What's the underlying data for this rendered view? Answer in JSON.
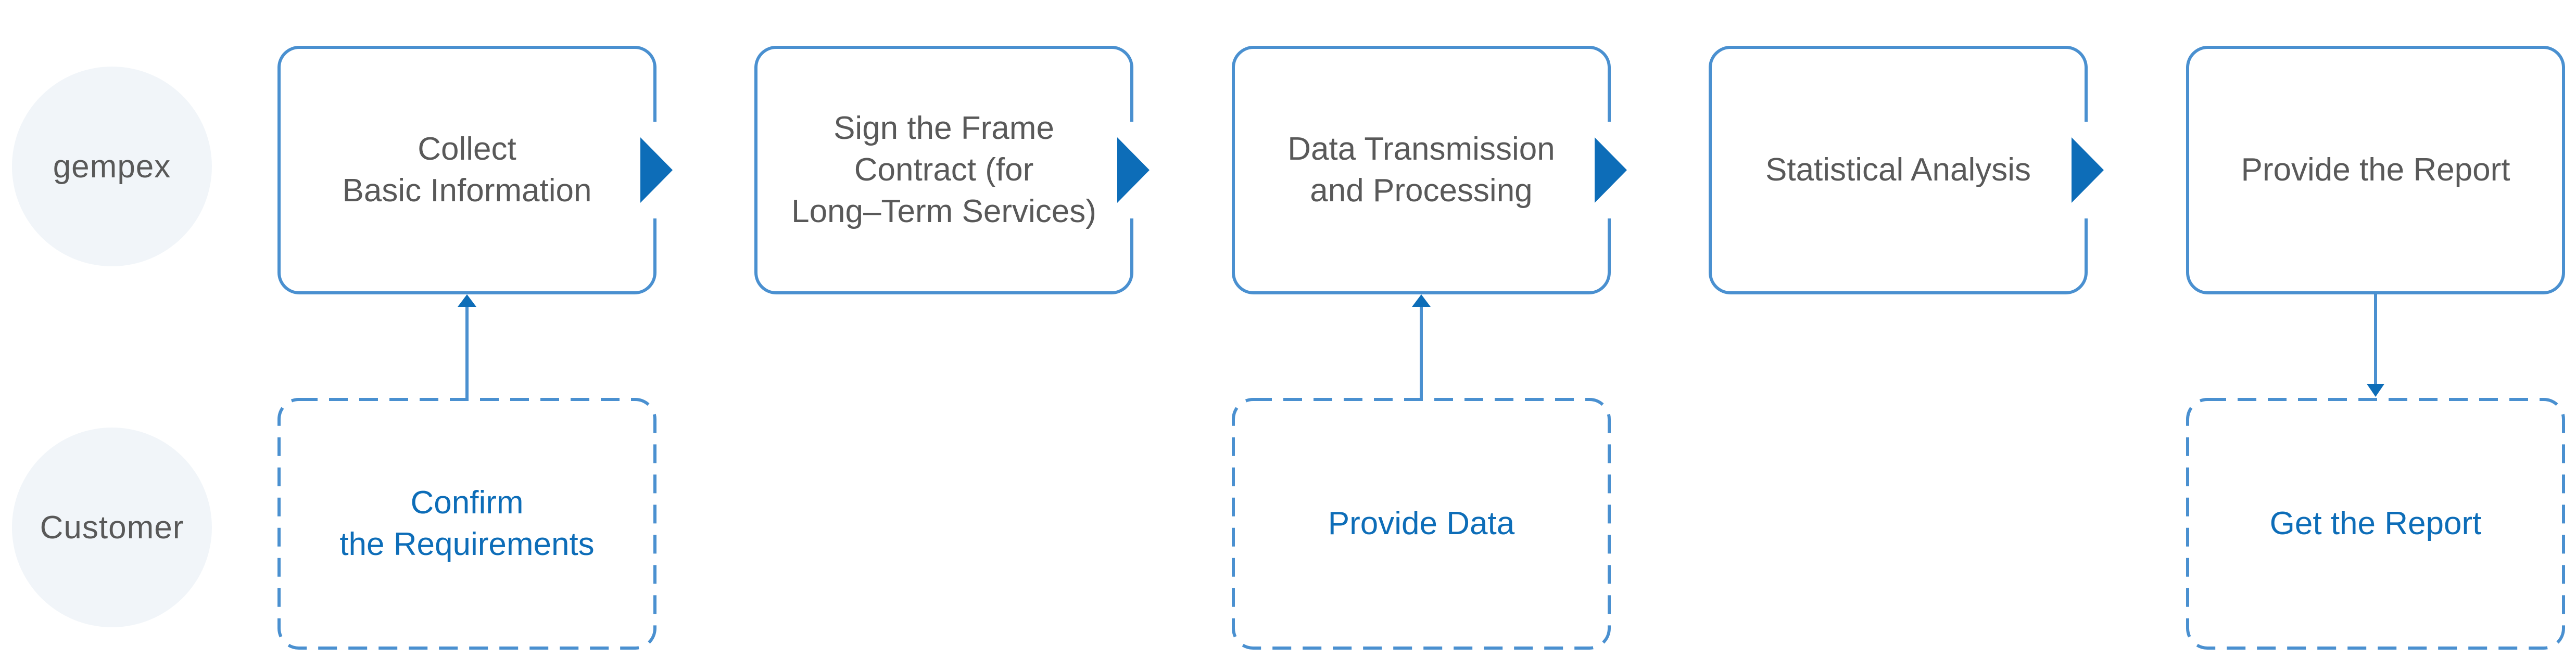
{
  "colors": {
    "border_blue": "#4a90d0",
    "arrow_blue": "#0d6db8",
    "text_gray": "#595959",
    "text_blue": "#0d6db8",
    "circle_fill": "#f1f5f9",
    "bg": "#ffffff"
  },
  "icons": {
    "flow_arrow_right": "solid right-pointing triangle",
    "flow_arrow_up": "line with solid up arrowhead",
    "flow_arrow_down": "line with solid down arrowhead"
  },
  "lanes": [
    {
      "label": "gempex"
    },
    {
      "label": "Customer"
    }
  ],
  "gempex_steps": [
    {
      "lines": [
        "Collect",
        "Basic Information"
      ]
    },
    {
      "lines": [
        "Sign the Frame",
        "Contract (for",
        "Long–Term Services)"
      ]
    },
    {
      "lines": [
        "Data Transmission",
        "and Processing"
      ]
    },
    {
      "lines": [
        "Statistical Analysis"
      ]
    },
    {
      "lines": [
        "Provide the Report"
      ]
    }
  ],
  "customer_steps": [
    {
      "lines": [
        "Confirm",
        "the Requirements"
      ]
    },
    {
      "lines": [
        "Provide Data"
      ]
    },
    {
      "lines": [
        "Get the Report"
      ]
    }
  ],
  "flow_links": [
    {
      "from": "Confirm the Requirements",
      "to": "Collect Basic Information",
      "direction": "up"
    },
    {
      "from": "Provide Data",
      "to": "Data Transmission and Processing",
      "direction": "up"
    },
    {
      "from": "Provide the Report",
      "to": "Get the Report",
      "direction": "down"
    }
  ]
}
